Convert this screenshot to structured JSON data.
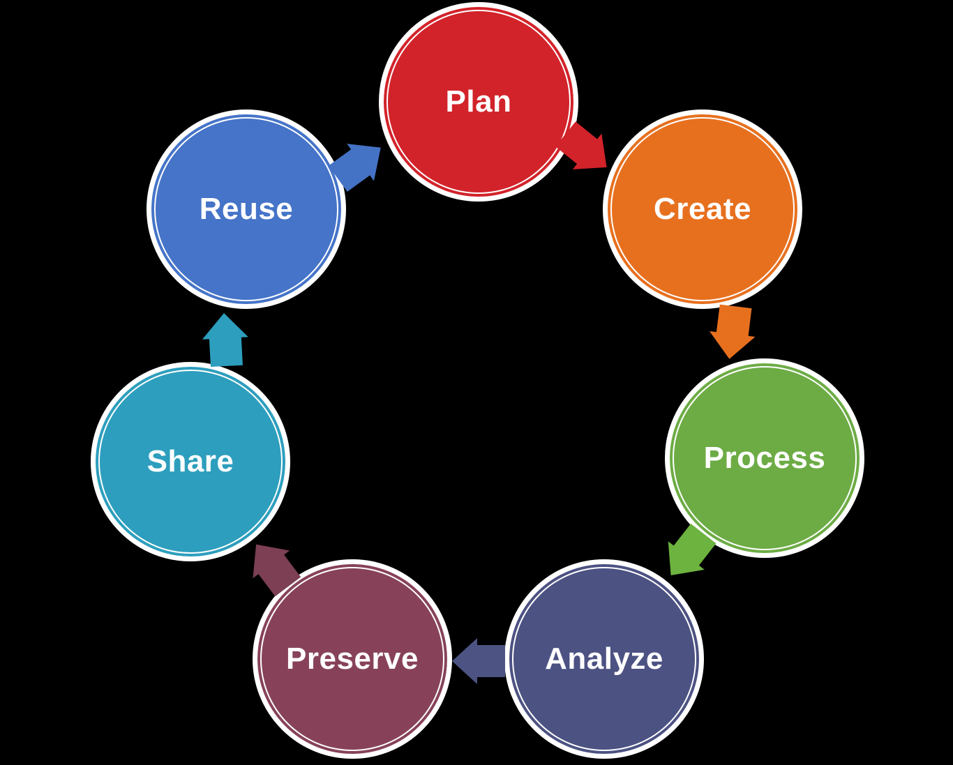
{
  "diagram": {
    "background_color": "#000000",
    "node_text_color": "#FFFFFF",
    "node_ring_color": "#FFFFFF",
    "nodes": [
      {
        "id": "plan",
        "label": "Plan",
        "color": "#D2232A"
      },
      {
        "id": "create",
        "label": "Create",
        "color": "#E7701F"
      },
      {
        "id": "process",
        "label": "Process",
        "color": "#6DAC45"
      },
      {
        "id": "analyze",
        "label": "Analyze",
        "color": "#4C5282"
      },
      {
        "id": "preserve",
        "label": "Preserve",
        "color": "#87425A"
      },
      {
        "id": "share",
        "label": "Share",
        "color": "#2D9EBD"
      },
      {
        "id": "reuse",
        "label": "Reuse",
        "color": "#4574C8"
      }
    ],
    "arrows": [
      {
        "id": "reuse-to-plan",
        "from": "Reuse",
        "to": "Plan",
        "color": "#4472C4"
      },
      {
        "id": "plan-to-create",
        "from": "Plan",
        "to": "Create",
        "color": "#D2232A"
      },
      {
        "id": "create-to-process",
        "from": "Create",
        "to": "Process",
        "color": "#E7701F"
      },
      {
        "id": "process-to-analyze",
        "from": "Process",
        "to": "Analyze",
        "color": "#6CB33F"
      },
      {
        "id": "analyze-to-preserve",
        "from": "Analyze",
        "to": "Preserve",
        "color": "#4D5382"
      },
      {
        "id": "preserve-to-share",
        "from": "Preserve",
        "to": "Share",
        "color": "#7C3F54"
      },
      {
        "id": "share-to-reuse",
        "from": "Share",
        "to": "Reuse",
        "color": "#2D9EBD"
      }
    ]
  }
}
